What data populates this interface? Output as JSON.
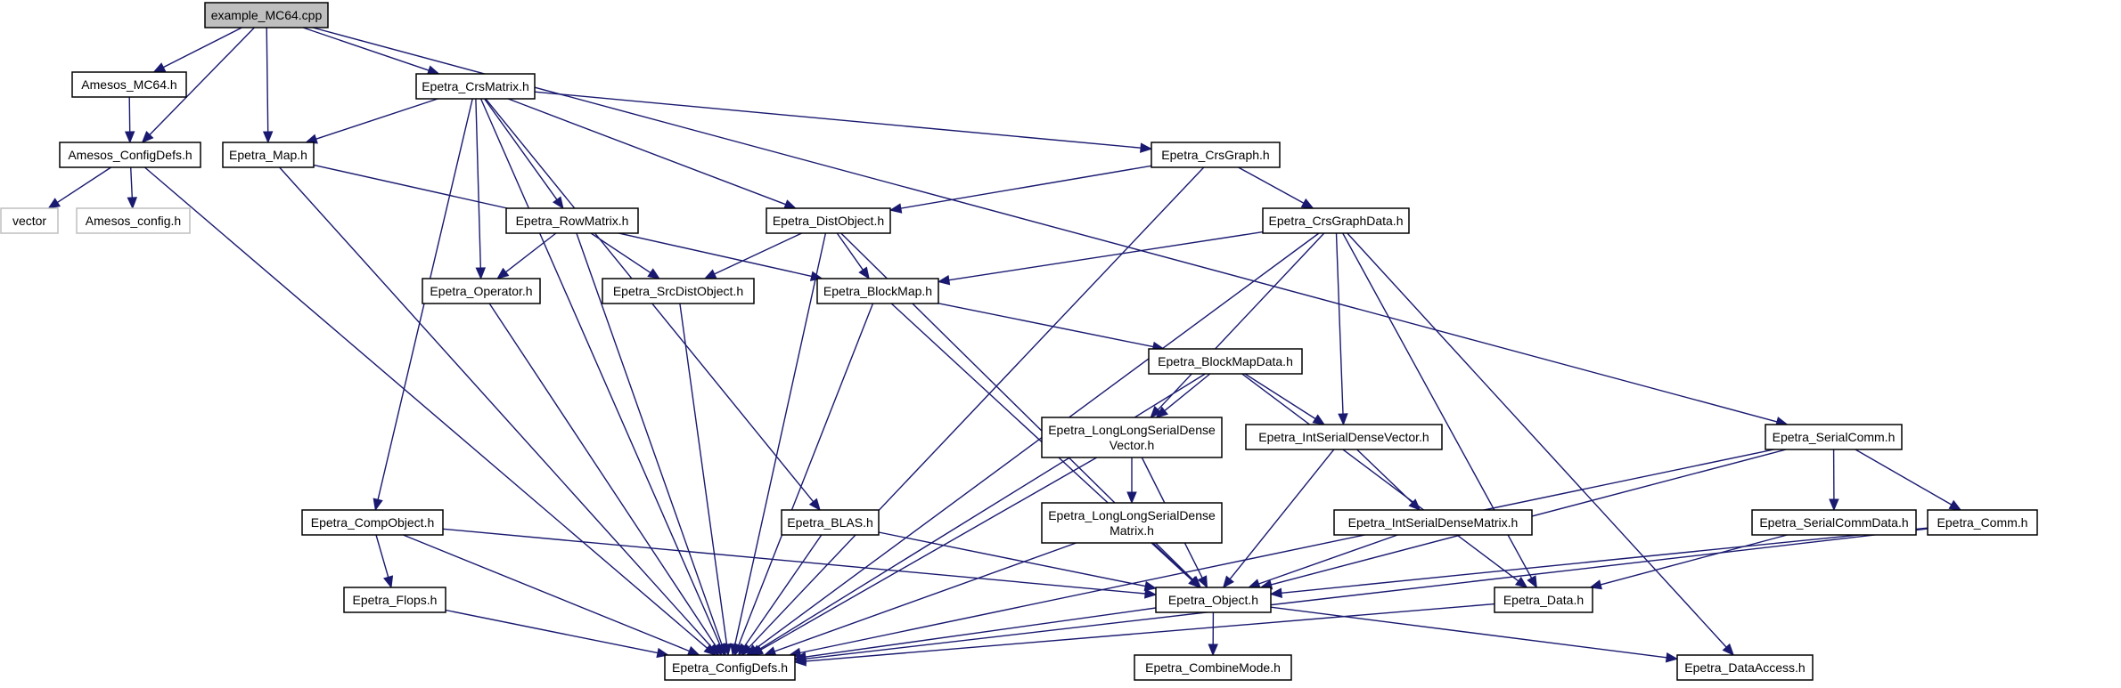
{
  "graph": {
    "nodes": [
      {
        "id": "root",
        "label": "example_MC64.cpp",
        "style": "root"
      },
      {
        "id": "amc64",
        "label": "Amesos_MC64.h"
      },
      {
        "id": "acfg",
        "label": "Amesos_ConfigDefs.h"
      },
      {
        "id": "vector",
        "label": "vector",
        "style": "external"
      },
      {
        "id": "aconfig",
        "label": "Amesos_config.h",
        "style": "external"
      },
      {
        "id": "map",
        "label": "Epetra_Map.h"
      },
      {
        "id": "crsm",
        "label": "Epetra_CrsMatrix.h"
      },
      {
        "id": "rowm",
        "label": "Epetra_RowMatrix.h"
      },
      {
        "id": "oper",
        "label": "Epetra_Operator.h"
      },
      {
        "id": "srcdist",
        "label": "Epetra_SrcDistObject.h"
      },
      {
        "id": "dist",
        "label": "Epetra_DistObject.h"
      },
      {
        "id": "bmap",
        "label": "Epetra_BlockMap.h"
      },
      {
        "id": "crsg",
        "label": "Epetra_CrsGraph.h"
      },
      {
        "id": "crsgd",
        "label": "Epetra_CrsGraphData.h"
      },
      {
        "id": "bmapd",
        "label": "Epetra_BlockMapData.h"
      },
      {
        "id": "llsdv",
        "label": "Epetra_LongLongSerialDense\nVector.h"
      },
      {
        "id": "isdv",
        "label": "Epetra_IntSerialDenseVector.h"
      },
      {
        "id": "llsdm",
        "label": "Epetra_LongLongSerialDense\nMatrix.h"
      },
      {
        "id": "isdm",
        "label": "Epetra_IntSerialDenseMatrix.h"
      },
      {
        "id": "comp",
        "label": "Epetra_CompObject.h"
      },
      {
        "id": "flops",
        "label": "Epetra_Flops.h"
      },
      {
        "id": "blas",
        "label": "Epetra_BLAS.h"
      },
      {
        "id": "obj",
        "label": "Epetra_Object.h"
      },
      {
        "id": "cfg",
        "label": "Epetra_ConfigDefs.h"
      },
      {
        "id": "cmode",
        "label": "Epetra_CombineMode.h"
      },
      {
        "id": "data",
        "label": "Epetra_Data.h"
      },
      {
        "id": "daccess",
        "label": "Epetra_DataAccess.h"
      },
      {
        "id": "scomm",
        "label": "Epetra_SerialComm.h"
      },
      {
        "id": "scommd",
        "label": "Epetra_SerialCommData.h"
      },
      {
        "id": "comm",
        "label": "Epetra_Comm.h"
      }
    ],
    "edges": [
      [
        "root",
        "amc64"
      ],
      [
        "root",
        "acfg"
      ],
      [
        "root",
        "map"
      ],
      [
        "root",
        "crsm"
      ],
      [
        "root",
        "scomm"
      ],
      [
        "amc64",
        "acfg"
      ],
      [
        "acfg",
        "vector"
      ],
      [
        "acfg",
        "aconfig"
      ],
      [
        "acfg",
        "cfg"
      ],
      [
        "map",
        "bmap"
      ],
      [
        "map",
        "cfg"
      ],
      [
        "crsm",
        "map"
      ],
      [
        "crsm",
        "crsg"
      ],
      [
        "crsm",
        "dist"
      ],
      [
        "crsm",
        "rowm"
      ],
      [
        "crsm",
        "oper"
      ],
      [
        "crsm",
        "comp"
      ],
      [
        "crsm",
        "blas"
      ],
      [
        "crsm",
        "cfg"
      ],
      [
        "crsg",
        "dist"
      ],
      [
        "crsg",
        "crsgd"
      ],
      [
        "crsg",
        "cfg"
      ],
      [
        "rowm",
        "oper"
      ],
      [
        "rowm",
        "srcdist"
      ],
      [
        "rowm",
        "cfg"
      ],
      [
        "oper",
        "cfg"
      ],
      [
        "srcdist",
        "cfg"
      ],
      [
        "dist",
        "srcdist"
      ],
      [
        "dist",
        "bmap"
      ],
      [
        "dist",
        "obj"
      ],
      [
        "dist",
        "cfg"
      ],
      [
        "crsgd",
        "bmap"
      ],
      [
        "crsgd",
        "llsdv"
      ],
      [
        "crsgd",
        "isdv"
      ],
      [
        "crsgd",
        "data"
      ],
      [
        "crsgd",
        "daccess"
      ],
      [
        "crsgd",
        "cfg"
      ],
      [
        "bmap",
        "bmapd"
      ],
      [
        "bmap",
        "obj"
      ],
      [
        "bmap",
        "cfg"
      ],
      [
        "bmapd",
        "llsdv"
      ],
      [
        "bmapd",
        "isdv"
      ],
      [
        "bmapd",
        "data"
      ],
      [
        "bmapd",
        "cfg"
      ],
      [
        "llsdv",
        "llsdm"
      ],
      [
        "llsdv",
        "obj"
      ],
      [
        "llsdv",
        "cfg"
      ],
      [
        "isdv",
        "isdm"
      ],
      [
        "isdv",
        "obj"
      ],
      [
        "llsdm",
        "obj"
      ],
      [
        "llsdm",
        "cfg"
      ],
      [
        "isdm",
        "obj"
      ],
      [
        "comp",
        "flops"
      ],
      [
        "comp",
        "obj"
      ],
      [
        "comp",
        "cfg"
      ],
      [
        "flops",
        "cfg"
      ],
      [
        "blas",
        "obj"
      ],
      [
        "blas",
        "cfg"
      ],
      [
        "obj",
        "cmode"
      ],
      [
        "obj",
        "daccess"
      ],
      [
        "obj",
        "cfg"
      ],
      [
        "data",
        "cfg"
      ],
      [
        "scomm",
        "scommd"
      ],
      [
        "scomm",
        "comm"
      ],
      [
        "scomm",
        "obj"
      ],
      [
        "scomm",
        "cfg"
      ],
      [
        "scommd",
        "data"
      ],
      [
        "comm",
        "obj"
      ],
      [
        "comm",
        "cfg"
      ]
    ]
  }
}
